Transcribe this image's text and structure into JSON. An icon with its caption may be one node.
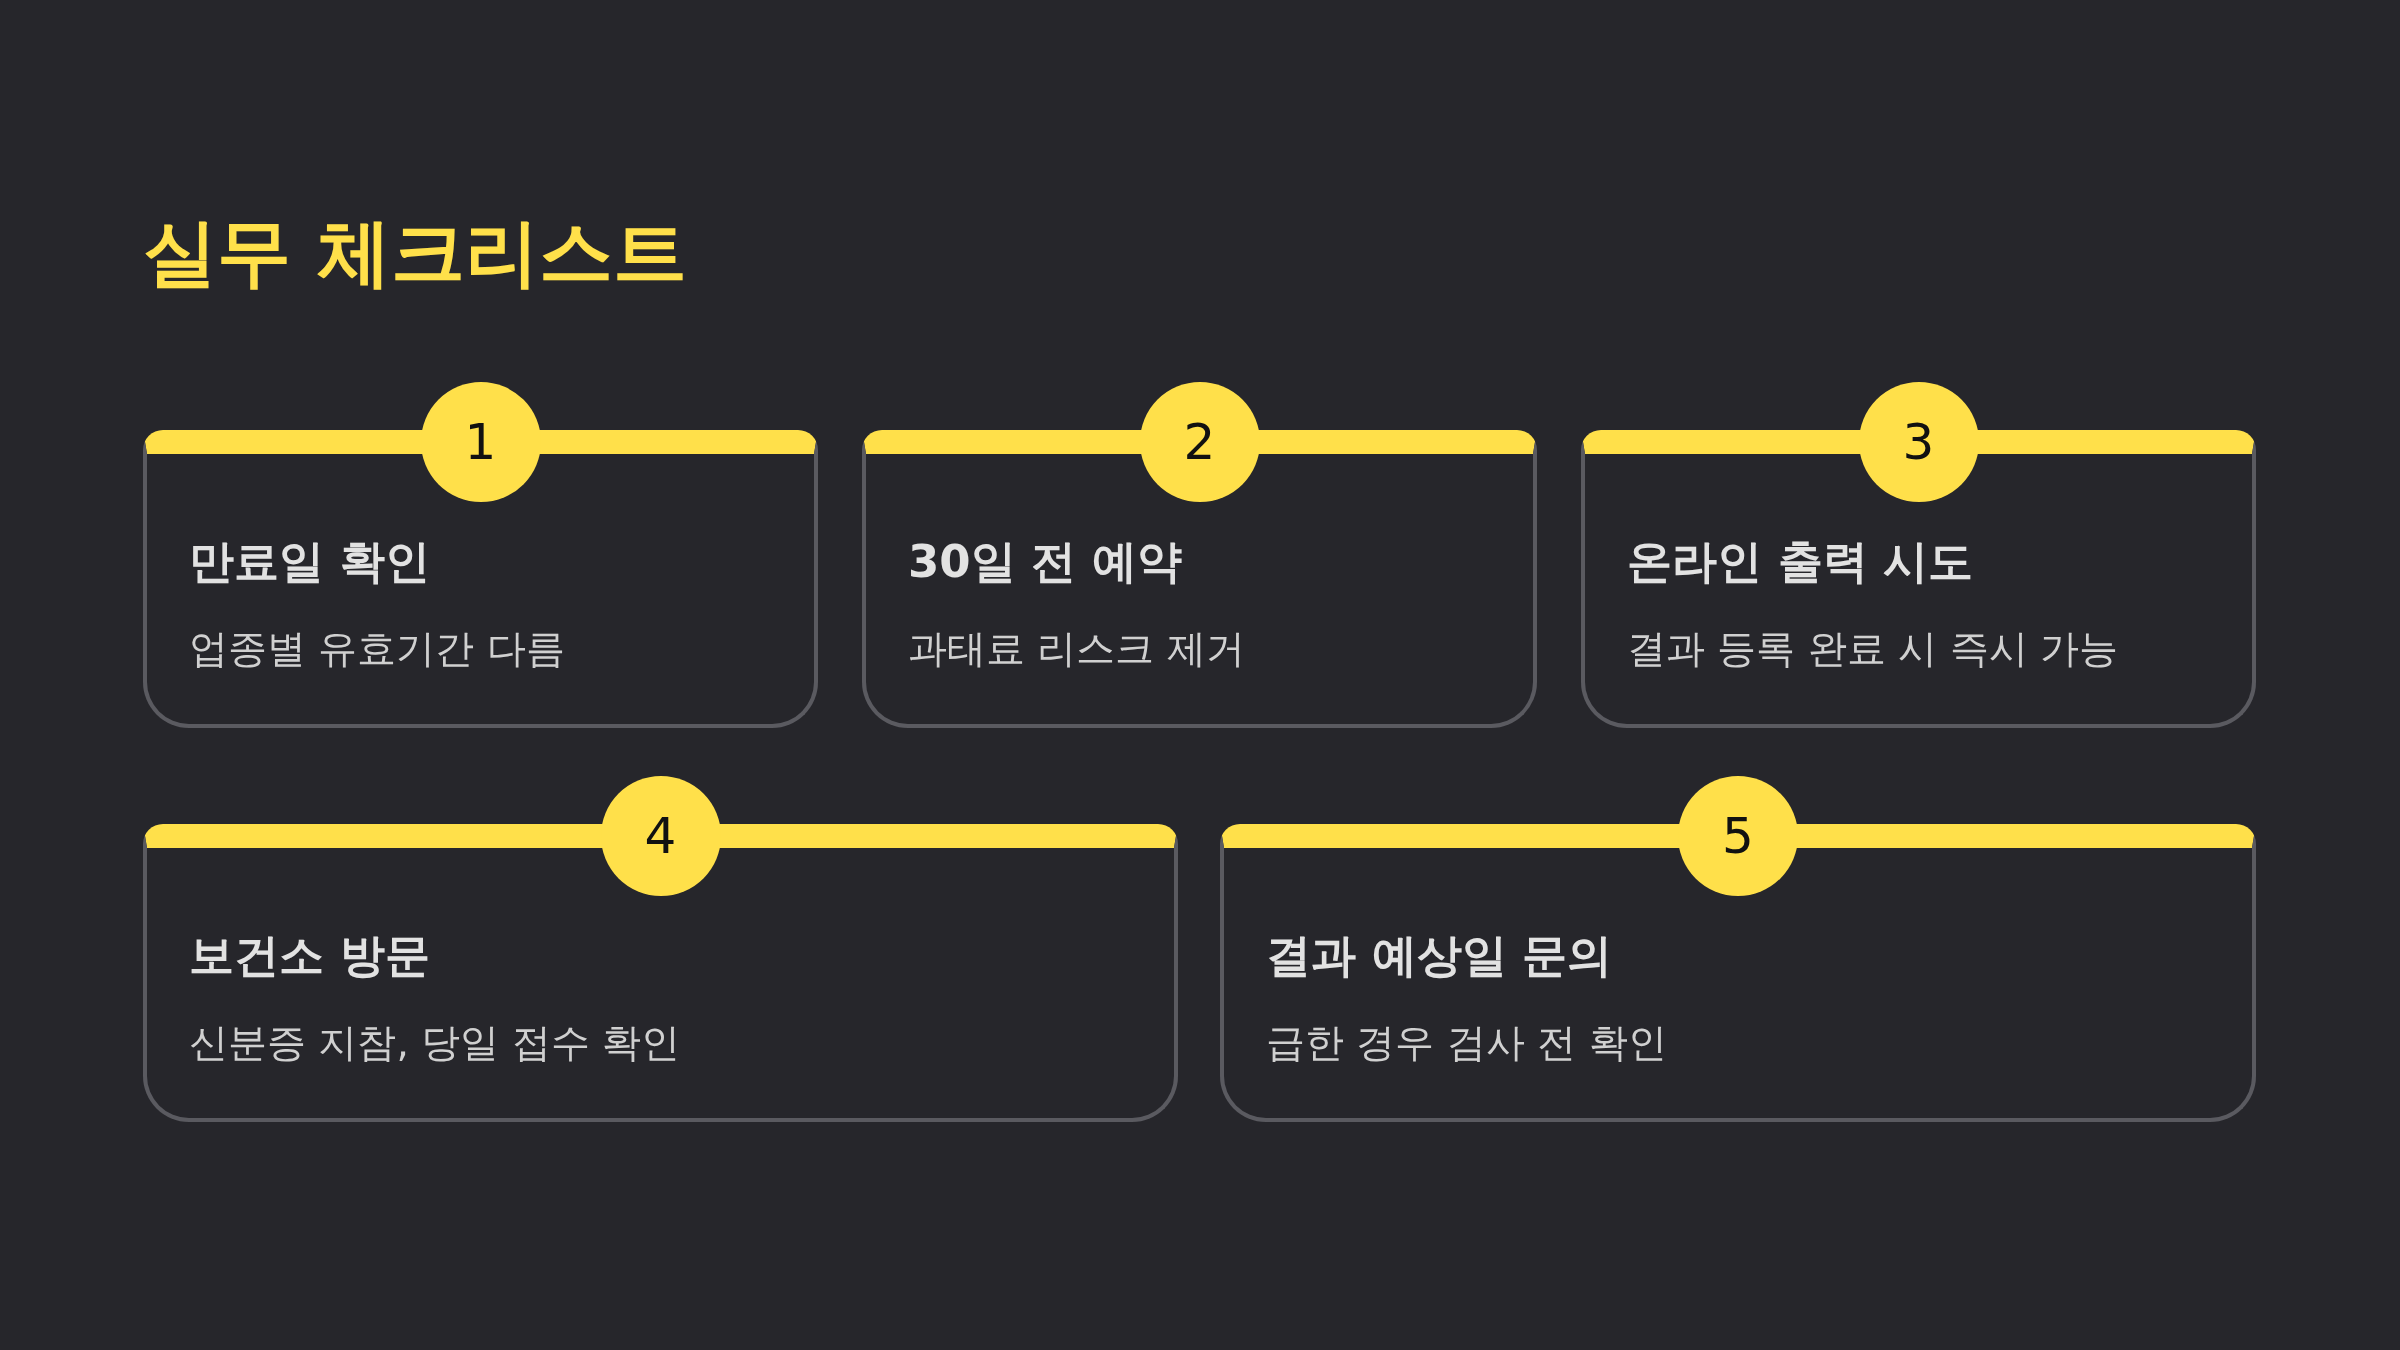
{
  "diagram": {
    "title": "실무 체크리스트",
    "nodes": [
      {
        "text": [
          "1"
        ]
      },
      {
        "text": [
          "만료일 확인",
          "업종별 유효기간 다름"
        ]
      },
      {
        "text": [
          "2"
        ]
      },
      {
        "text": [
          "30일 전 예약",
          "과태료 리스크 제거"
        ]
      },
      {
        "text": [
          "3"
        ]
      },
      {
        "text": [
          "온라인 출력 시도",
          "결과 등록 완료 시 즉시 가능"
        ]
      },
      {
        "text": [
          "4"
        ]
      },
      {
        "text": [
          "보건소 방문",
          "신분증 지참, 당일 접수 확인"
        ]
      },
      {
        "text": [
          "5"
        ]
      },
      {
        "text": [
          "결과 예상일 문의",
          "급한 경우 검사 전 확인"
        ]
      }
    ],
    "edges": []
  }
}
